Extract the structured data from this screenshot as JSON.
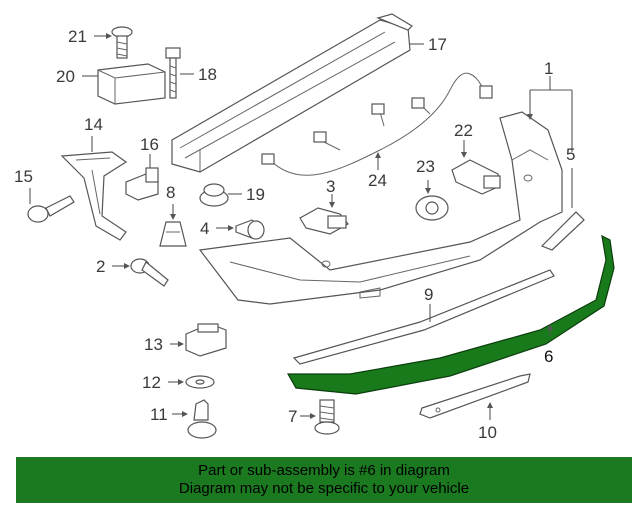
{
  "diagram": {
    "callouts": {
      "p1": "1",
      "p2": "2",
      "p3": "3",
      "p4": "4",
      "p5": "5",
      "p6": "6",
      "p7": "7",
      "p8": "8",
      "p9": "9",
      "p10": "10",
      "p11": "11",
      "p12": "12",
      "p13": "13",
      "p14": "14",
      "p15": "15",
      "p16": "16",
      "p17": "17",
      "p18": "18",
      "p19": "19",
      "p20": "20",
      "p21": "21",
      "p22": "22",
      "p23": "23",
      "p24": "24"
    },
    "highlight_color": "#197a1c",
    "highlighted_part": "6"
  },
  "banner": {
    "line1": "Part or sub-assembly is #6 in diagram",
    "line2": "Diagram may not be specific to your vehicle",
    "background": "#1b7a1f"
  }
}
